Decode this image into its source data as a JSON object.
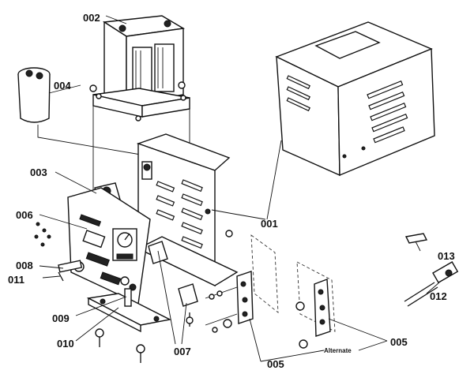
{
  "diagram": {
    "callouts": [
      {
        "id": "002",
        "text": "002"
      },
      {
        "id": "004",
        "text": "004"
      },
      {
        "id": "003",
        "text": "003"
      },
      {
        "id": "006",
        "text": "006"
      },
      {
        "id": "001",
        "text": "001"
      },
      {
        "id": "008",
        "text": "008"
      },
      {
        "id": "011",
        "text": "011"
      },
      {
        "id": "013",
        "text": "013"
      },
      {
        "id": "012",
        "text": "012"
      },
      {
        "id": "009",
        "text": "009"
      },
      {
        "id": "010",
        "text": "010"
      },
      {
        "id": "007",
        "text": "007"
      },
      {
        "id": "005a",
        "text": "005"
      },
      {
        "id": "005b",
        "text": "005"
      }
    ],
    "alternate_label": "Alternate"
  }
}
